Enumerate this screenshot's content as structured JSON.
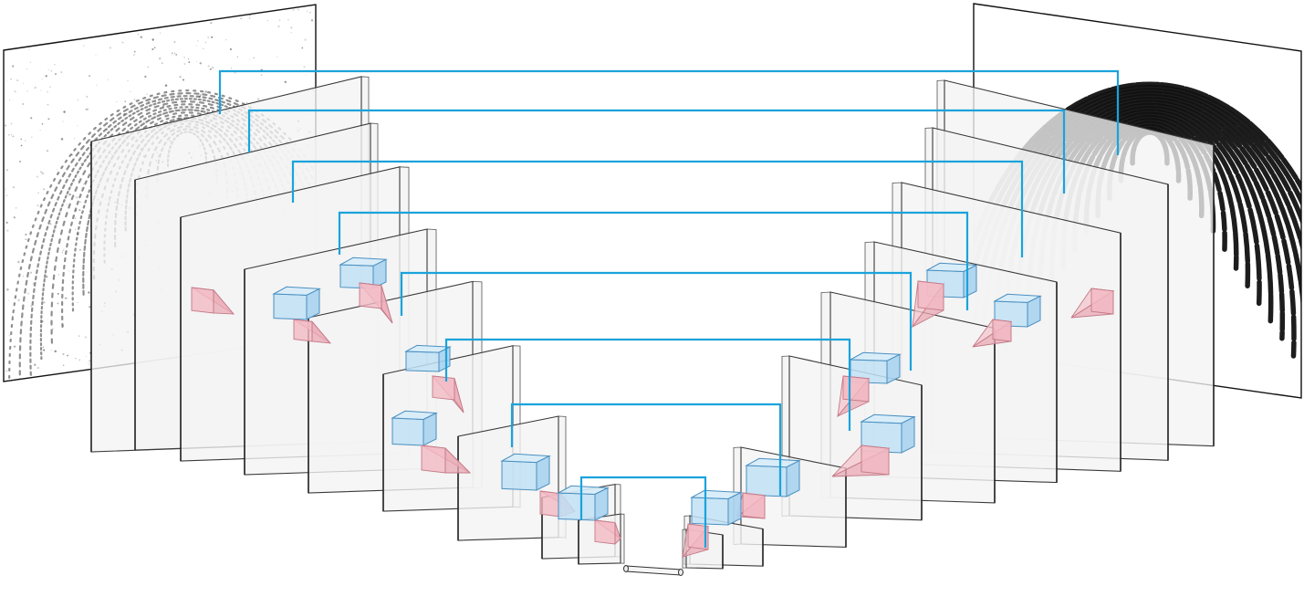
{
  "diagram": {
    "type": "u-net-architecture",
    "input_image": "noisy-latent-fingerprint",
    "output_image": "enhanced-fingerprint",
    "encoder_stages": 8,
    "decoder_stages": 8,
    "skip_connections": 8,
    "colors": {
      "skip_connection": "#1aa3dc",
      "conv_block": "#bfe0f5",
      "conv_block_edge": "#4a8fc0",
      "kernel_pyramid": "#f4c6cd",
      "kernel_edge": "#c47a88",
      "feature_map_fill": "#f4f4f4",
      "feature_map_edge": "#3a3a3a",
      "image_edge": "#111111"
    },
    "icons": [
      "fingerprint-input-image",
      "fingerprint-output-image",
      "bottleneck-cylinder"
    ]
  }
}
